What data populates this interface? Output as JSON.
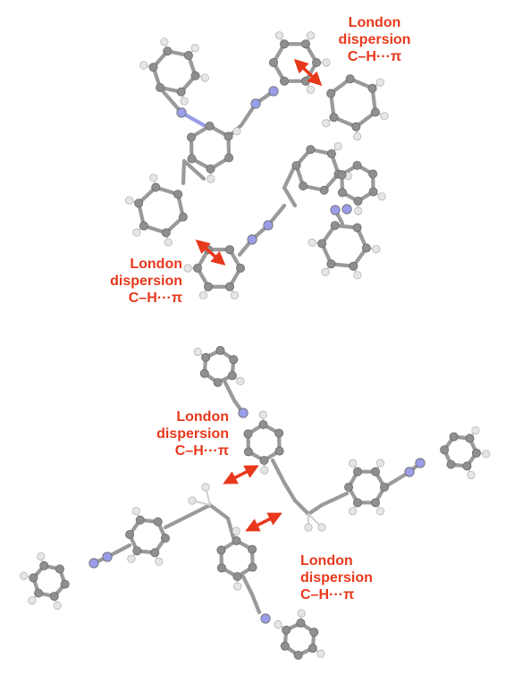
{
  "colors": {
    "label": "#e8381c",
    "arrow": "#e8381c",
    "carbon": "#8f8f8f",
    "hydrogen": "#e6e6e6",
    "nitrogen": "#9a9ee8"
  },
  "panels": [
    {
      "name": "top-packing-view",
      "annotations": [
        {
          "line1": "London",
          "line2": "dispersion",
          "line3": "C–H···π"
        },
        {
          "line1": "London",
          "line2": "dispersion",
          "line3": "C–H···π"
        }
      ]
    },
    {
      "name": "bottom-packing-view",
      "annotations": [
        {
          "line1": "London",
          "line2": "dispersion",
          "line3": "C–H···π"
        },
        {
          "line1": "London",
          "line2": "dispersion",
          "line3": "C–H···π"
        }
      ]
    }
  ]
}
